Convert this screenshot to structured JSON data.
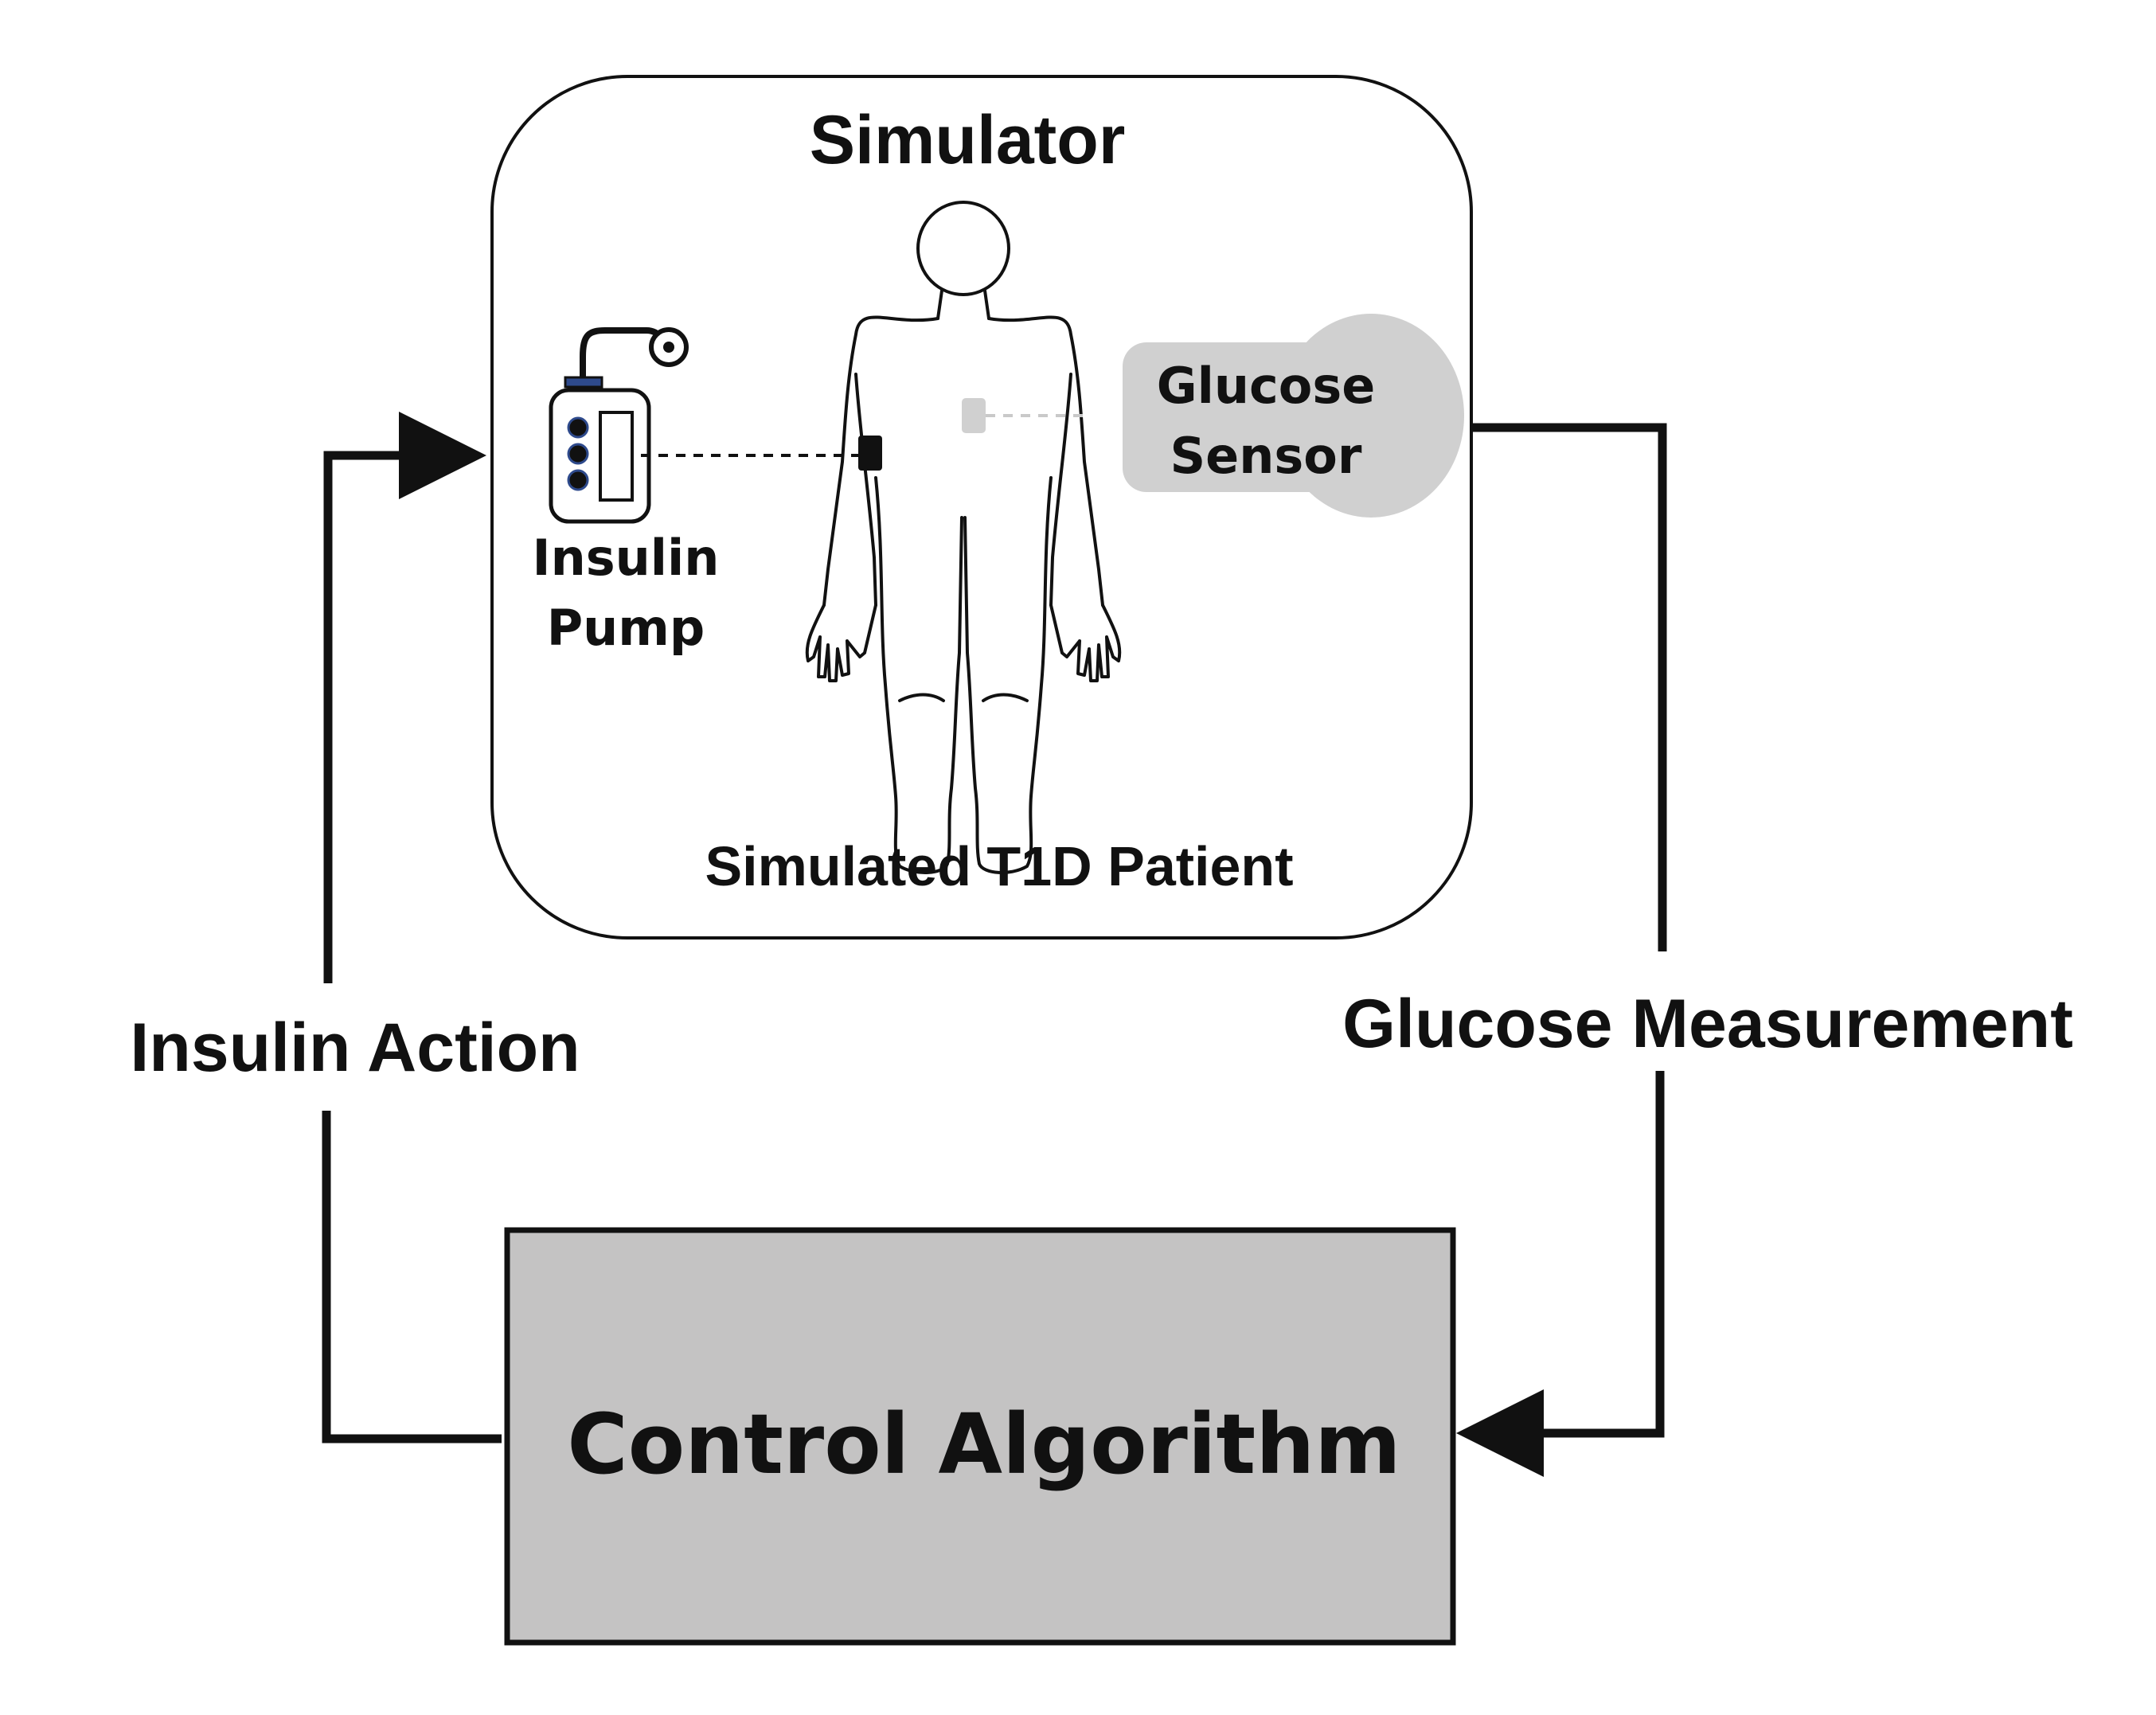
{
  "simulator": {
    "title": "Simulator",
    "patient_label": "Simulated T1D Patient"
  },
  "insulin_pump": {
    "label_line1": "Insulin",
    "label_line2": "Pump"
  },
  "glucose_sensor": {
    "label_line1": "Glucose",
    "label_line2": "Sensor"
  },
  "flows": {
    "left_label": "Insulin Action",
    "right_label": "Glucose Measurement"
  },
  "controller": {
    "label": "Control Algorithm"
  },
  "colors": {
    "stroke": "#111111",
    "controller_fill": "#c4c3c3",
    "sensor_fill": "#d0d0d0",
    "pump_accent": "#2e4a8c",
    "background": "#ffffff"
  }
}
